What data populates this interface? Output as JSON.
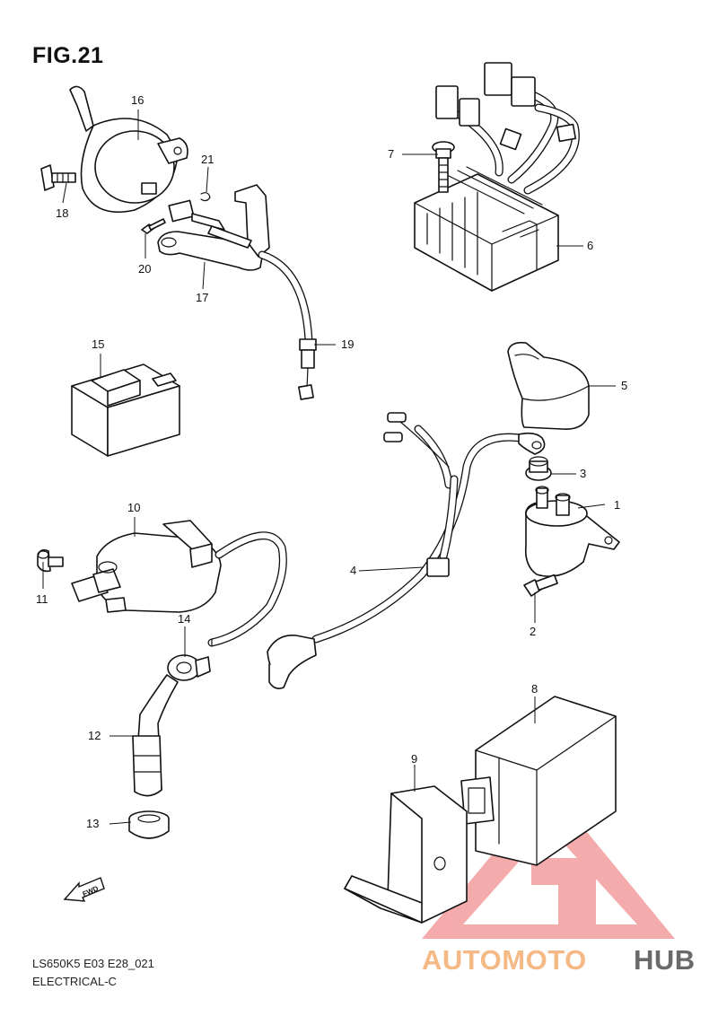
{
  "figure": {
    "title": "FIG.21",
    "model_code": "LS650K5 E03 E28_021",
    "section": "ELECTRICAL-C"
  },
  "callouts": [
    "1",
    "2",
    "3",
    "4",
    "5",
    "6",
    "7",
    "8",
    "9",
    "10",
    "11",
    "12",
    "13",
    "14",
    "15",
    "16",
    "17",
    "18",
    "19",
    "20",
    "21"
  ],
  "fwd_label": "FWD",
  "watermark": {
    "part1": "AUTOMOTO",
    "part2": "HUB",
    "colors": {
      "accent": "#f0a070",
      "red": "#f07a7a",
      "dark": "#555555"
    }
  }
}
